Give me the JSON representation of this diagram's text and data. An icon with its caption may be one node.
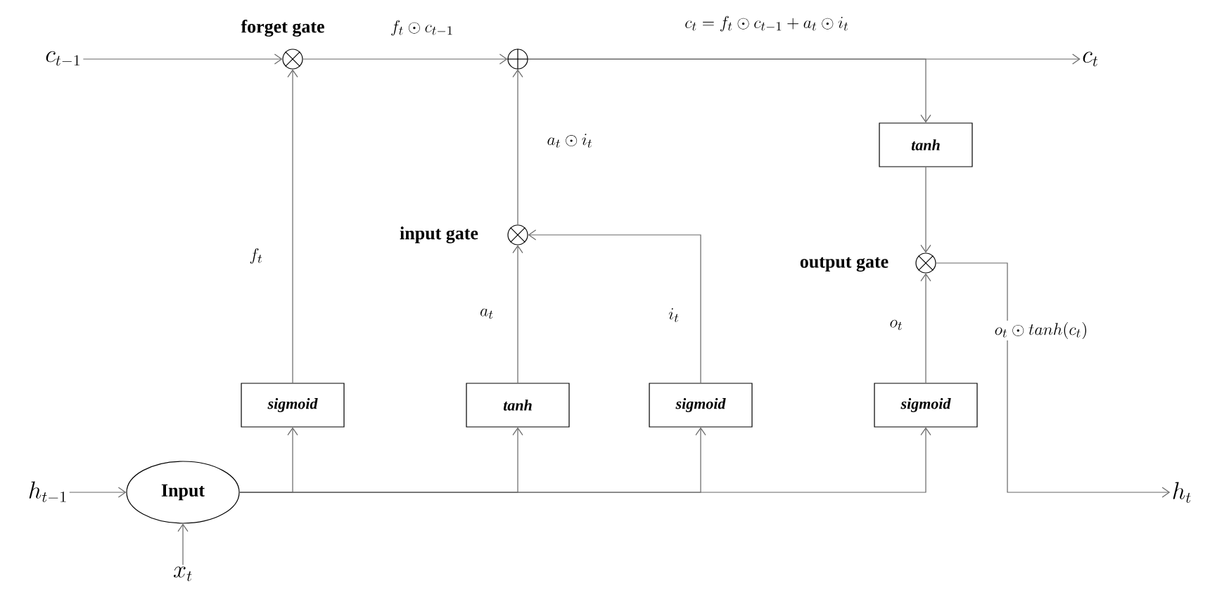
{
  "diagram": {
    "nodes": [
      {
        "text": [
          "c_{t-1}"
        ]
      },
      {
        "text": [
          "forget gate"
        ]
      },
      {
        "text": [],
        "shape": "circle"
      },
      {
        "text": [
          "c_t"
        ]
      },
      {
        "text": [
          "tanh"
        ]
      },
      {
        "text": [
          "input gate"
        ]
      },
      {
        "text": [
          "output gate"
        ]
      },
      {
        "text": [
          "sigmoid"
        ]
      },
      {
        "text": [
          "tanh"
        ]
      },
      {
        "text": [
          "sigmoid"
        ]
      },
      {
        "text": [
          "sigmoid"
        ]
      },
      {
        "text": [
          "Input"
        ]
      },
      {
        "text": [
          "h_{t-1}"
        ]
      },
      {
        "text": [
          "x_t"
        ]
      },
      {
        "text": [
          "h_t"
        ]
      }
    ],
    "edges": [
      {
        "from": 0,
        "to": 1,
        "arrow": "to"
      },
      {
        "from": 1,
        "to": 2,
        "arrow": "to",
        "label": "f_t \\odot c_{t-1}"
      },
      {
        "from": 2,
        "to": 3,
        "arrow": "to",
        "label": "c_t = f_t \\odot c_{t-1} + a_t \\odot i_t"
      },
      {
        "from": 2,
        "to": 4,
        "arrow": "to"
      },
      {
        "from": 4,
        "to": 6,
        "arrow": "to"
      },
      {
        "from": 6,
        "to": 14,
        "arrow": "to",
        "label": "o_t \\odot tanh(c_t)"
      },
      {
        "from": 5,
        "to": 2,
        "arrow": "to",
        "label": "a_t \\odot i_t"
      },
      {
        "from": 7,
        "to": 1,
        "arrow": "to",
        "label": "f_t"
      },
      {
        "from": 8,
        "to": 5,
        "arrow": "to",
        "label": "a_t"
      },
      {
        "from": 9,
        "to": 5,
        "arrow": "to",
        "label": "i_t"
      },
      {
        "from": 10,
        "to": 6,
        "arrow": "to",
        "label": "o_t"
      },
      {
        "from": 11,
        "to": 7,
        "arrow": "to"
      },
      {
        "from": 11,
        "to": 8,
        "arrow": "to"
      },
      {
        "from": 11,
        "to": 9,
        "arrow": "to"
      },
      {
        "from": 11,
        "to": 10,
        "arrow": "to"
      },
      {
        "from": 12,
        "to": 11,
        "arrow": "to"
      },
      {
        "from": 13,
        "to": 11,
        "arrow": "to"
      }
    ]
  }
}
